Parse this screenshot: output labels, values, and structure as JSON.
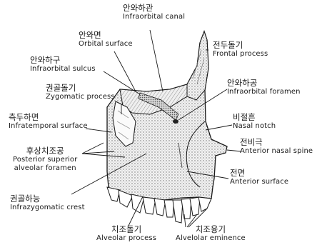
{
  "labels": {
    "infraorbital_canal": {
      "ko": "안와하관",
      "en": "Infraorbital canal"
    },
    "orbital_surface": {
      "ko": "안와면",
      "en": "Orbital surface"
    },
    "frontal_process": {
      "ko": "전두돌기",
      "en": "Frontal process"
    },
    "infraorbital_sulcus": {
      "ko": "안와하구",
      "en": "Infraorbital sulcus"
    },
    "infraorbital_foramen": {
      "ko": "안와하공",
      "en": "Infraorbital foramen"
    },
    "zygomatic_process": {
      "ko": "권골돌기",
      "en": "Zygomatic process"
    },
    "infratemporal_surface": {
      "ko": "측두하면",
      "en": "Infratemporal surface"
    },
    "nasal_notch": {
      "ko": "비절흔",
      "en": "Nasal notch"
    },
    "anterior_nasal_spine": {
      "ko": "전비극",
      "en": "Anterior nasal spine"
    },
    "posterior_superior_alveolar_foramen": {
      "ko": "후상치조공",
      "en_line1": "Posterior superior",
      "en_line2": "alveolar foramen"
    },
    "anterior_surface": {
      "ko": "전면",
      "en": "Anterior surface"
    },
    "infrazygomatic_crest": {
      "ko": "권골하능",
      "en": "Infrazygomatic crest"
    },
    "alveolar_process": {
      "ko": "치조돌기",
      "en": "Alveolar process"
    },
    "alveolar_eminence": {
      "ko": "치조융기",
      "en": "Alvelolar eminence"
    }
  },
  "colors": {
    "ink": "#1a1a1a",
    "bone_fill": "#e9e9e9",
    "shade": "#8a8a8a"
  }
}
